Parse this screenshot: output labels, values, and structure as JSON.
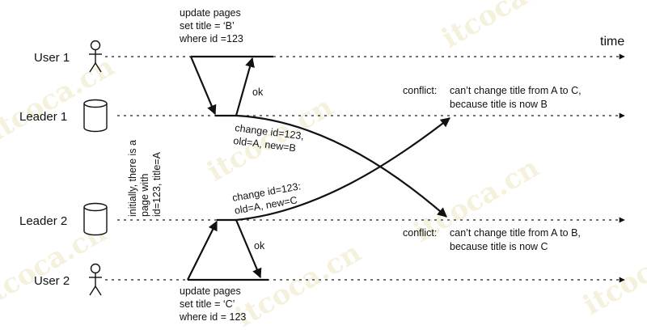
{
  "watermark": "itcoca.cn",
  "time_label": "time",
  "participants": {
    "user1": "User 1",
    "leader1": "Leader 1",
    "leader2": "Leader 2",
    "user2": "User 2"
  },
  "initial_state": [
    "initially, there is a",
    "page with",
    "id=123, title=A"
  ],
  "user1_request": [
    "update pages",
    "set title = ‘B’",
    "where id =123"
  ],
  "user2_request": [
    "update pages",
    "set title = ‘C’",
    "where id = 123"
  ],
  "ok_top": "ok",
  "ok_bottom": "ok",
  "change_b": [
    "change id=123,",
    "old=A, new=B"
  ],
  "change_c": [
    "change id=123:",
    "old=A, new=C"
  ],
  "conflict_top": {
    "label": "conflict:",
    "lines": [
      "can’t change title from A to C,",
      "because title is now B"
    ]
  },
  "conflict_bottom": {
    "label": "conflict:",
    "lines": [
      "can’t change title from A to B,",
      "because title is now C"
    ]
  }
}
